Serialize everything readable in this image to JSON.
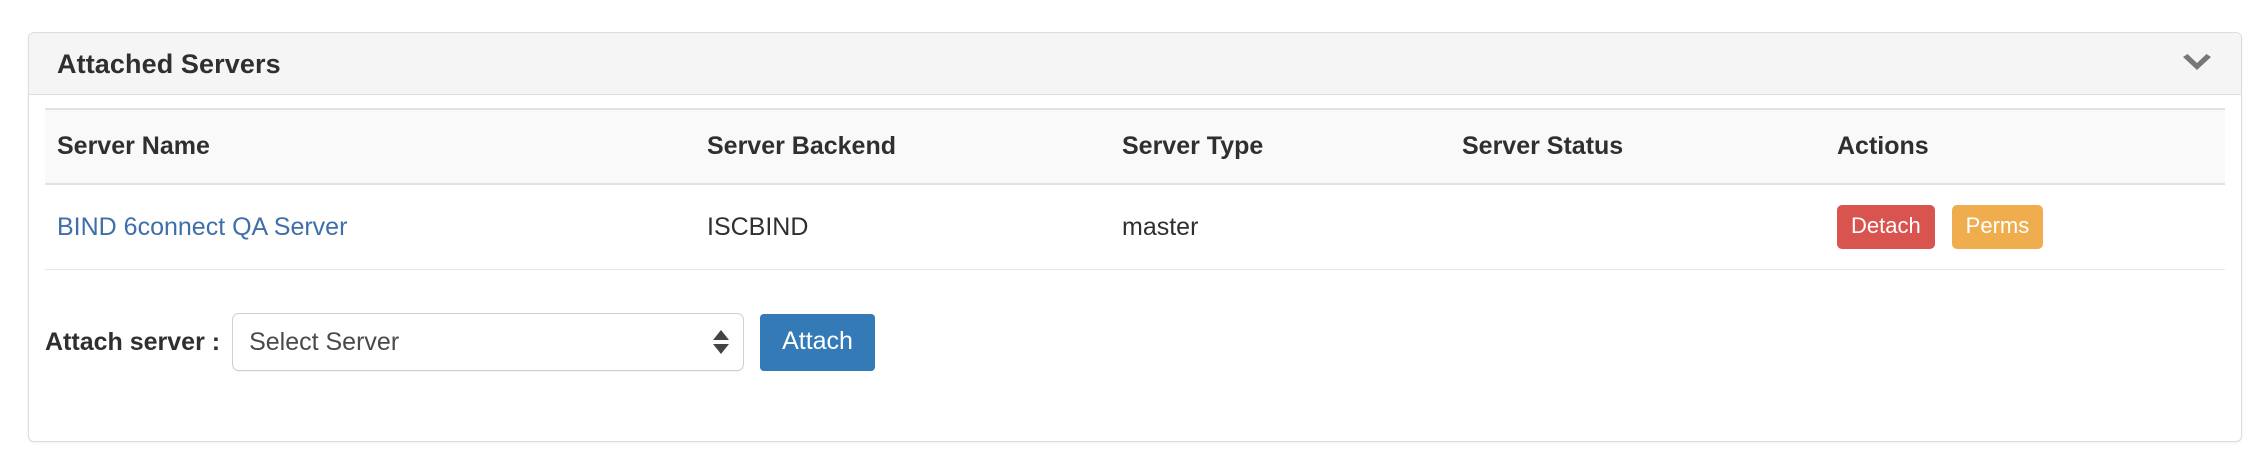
{
  "panel": {
    "title": "Attached Servers",
    "toggle_icon": "chevron-down-icon",
    "toggle_color": "#777777"
  },
  "table": {
    "columns": [
      "Server Name",
      "Server Backend",
      "Server Type",
      "Server Status",
      "Actions"
    ],
    "rows": [
      {
        "server_name": "BIND 6connect QA Server",
        "server_backend": "ISCBIND",
        "server_type": "master",
        "server_status": "",
        "actions": [
          {
            "label": "Detach",
            "color": "#d9534f",
            "style": "danger"
          },
          {
            "label": "Perms",
            "color": "#f0ad4e",
            "style": "warning"
          }
        ]
      }
    ]
  },
  "attach_form": {
    "label": "Attach server :",
    "select_value": "Select Server",
    "select_placeholder": "Select Server",
    "button_label": "Attach",
    "button_color": "#337ab7"
  },
  "colors": {
    "link": "#3f6fa8",
    "panel_header_bg": "#f5f5f5",
    "table_header_bg": "#f9f9f9",
    "border": "#dddddd"
  }
}
